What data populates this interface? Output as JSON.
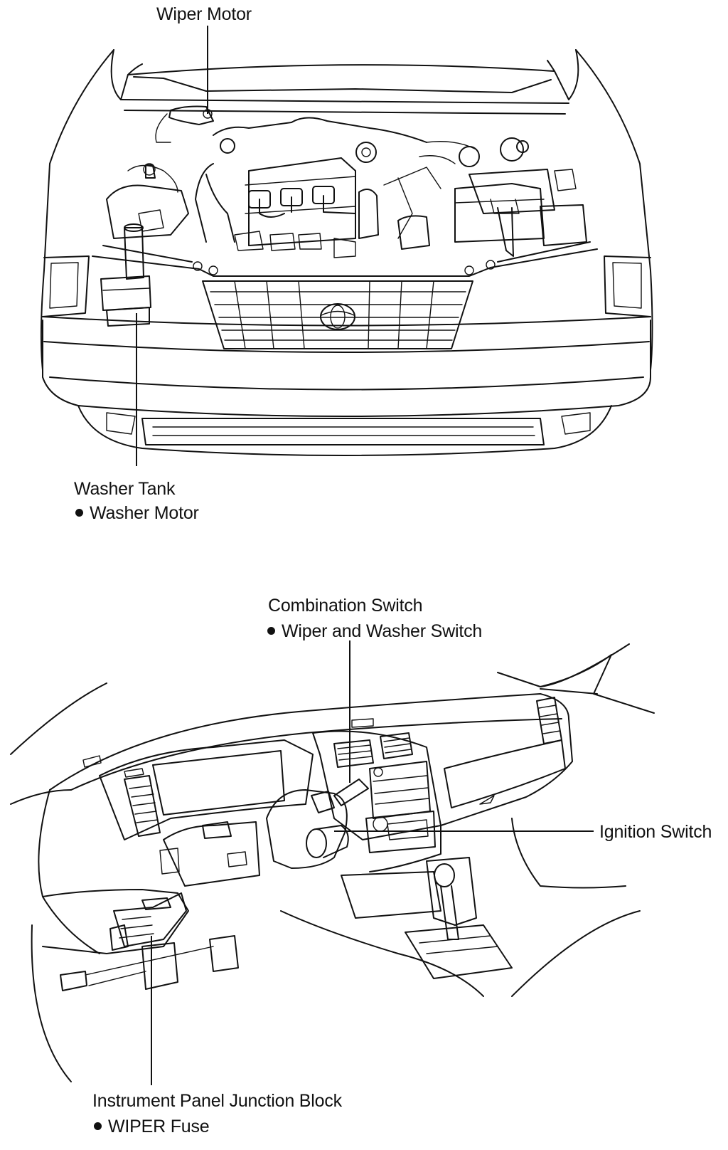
{
  "labels": {
    "wiper_motor": "Wiper Motor",
    "washer_tank": "Washer Tank",
    "washer_motor": "Washer Motor",
    "combination_switch": "Combination Switch",
    "wiper_washer_switch": "Wiper and Washer Switch",
    "ignition_switch": "Ignition Switch",
    "junction_block": "Instrument Panel Junction Block",
    "wiper_fuse": "WIPER Fuse"
  },
  "icons": {
    "bullet": "filled-circle"
  }
}
